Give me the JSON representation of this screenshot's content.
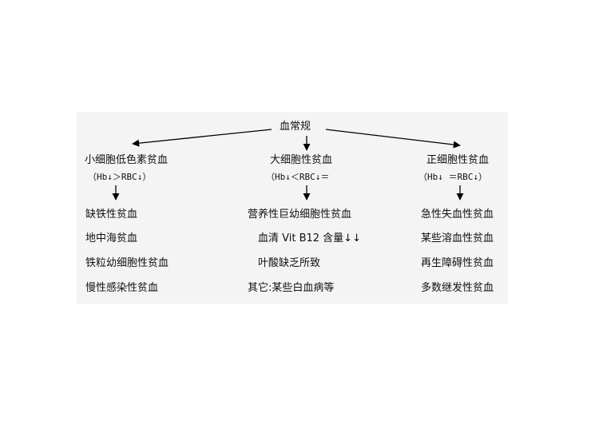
{
  "root": "血常规",
  "columns": [
    {
      "title": "小细胞低色素贫血",
      "criteria": "（Hb↓＞RBC↓）",
      "items": [
        "缺铁性贫血",
        "地中海贫血",
        "铁粒幼细胞性贫血",
        "慢性感染性贫血"
      ]
    },
    {
      "title": "大细胞性贫血",
      "criteria": "（Hb↓＜RBC↓＝",
      "items": [
        "营养性巨幼细胞性贫血",
        "血清 Vit B12 含量↓↓",
        "叶酸缺乏所致",
        "其它:某些白血病等"
      ]
    },
    {
      "title": "正细胞性贫血",
      "criteria": "（Hb↓ ＝RBC↓）",
      "items": [
        "急性失血性贫血",
        "某些溶血性贫血",
        "再生障碍性贫血",
        "多数继发性贫血"
      ]
    }
  ]
}
